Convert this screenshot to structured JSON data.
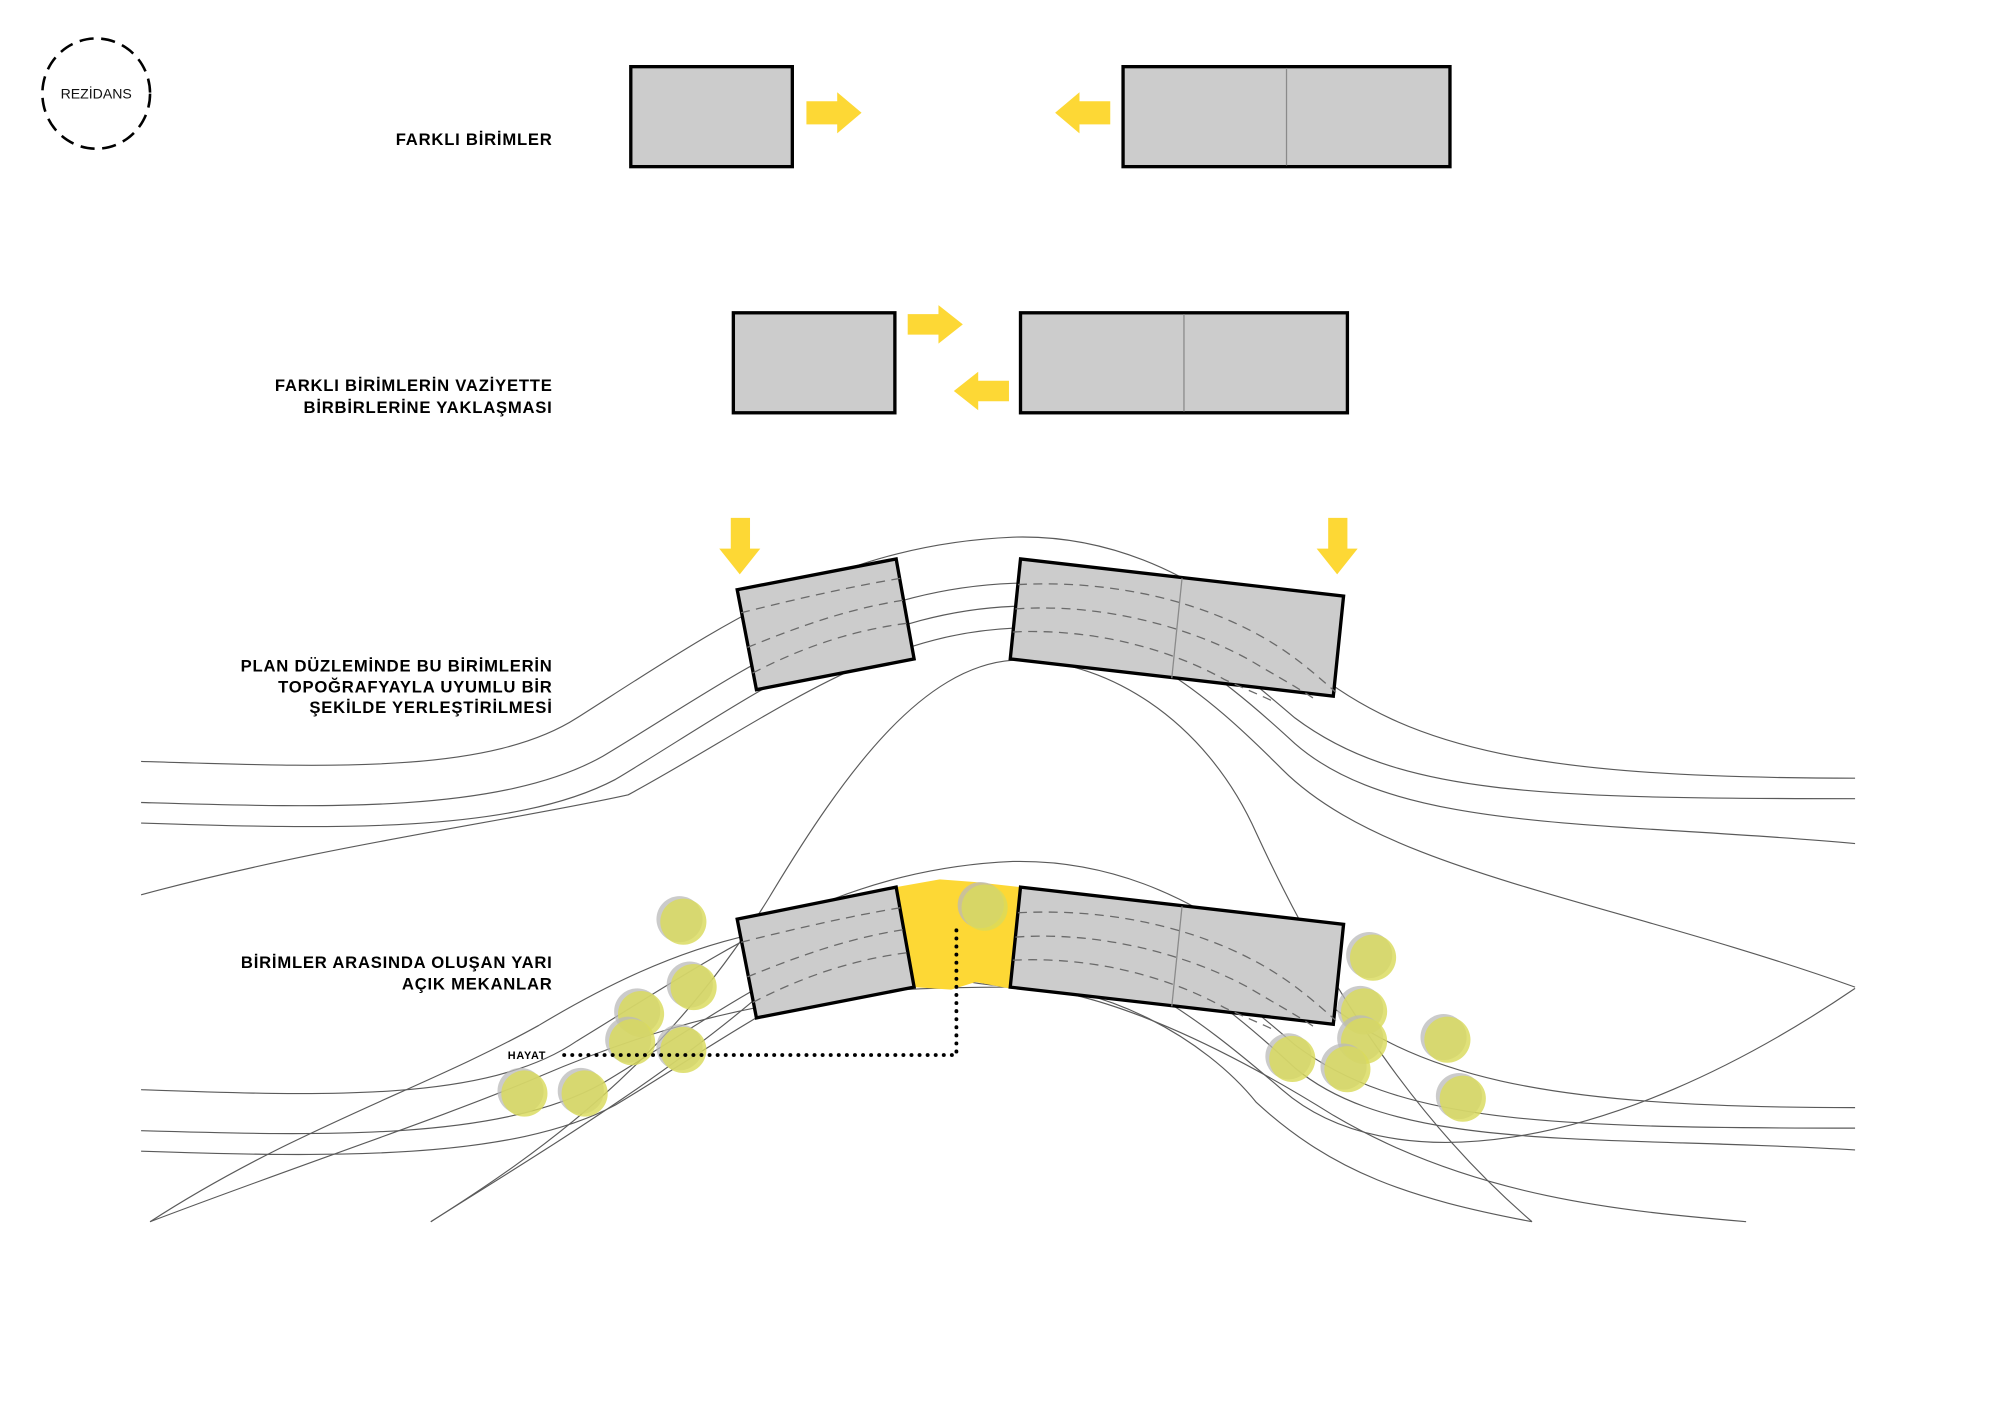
{
  "badge": {
    "label": "REZİDANS",
    "icon": "dashed-circle-badge"
  },
  "steps": [
    {
      "id": "different-units",
      "lines": [
        "FARKLI BİRİMLER"
      ]
    },
    {
      "id": "units-approach",
      "lines": [
        "FARKLI BİRİMLERİN VAZİYETTE",
        "BİRBİRLERİNE YAKLAŞMASI"
      ]
    },
    {
      "id": "topography-placement",
      "lines": [
        "PLAN DÜZLEMİNDE BU BİRİMLERİN",
        "TOPOĞRAFYAYLA UYUMLU BİR",
        "ŞEKİLDE YERLEŞTİRİLMESİ"
      ]
    },
    {
      "id": "semi-open-spaces",
      "lines": [
        "BİRİMLER ARASINDA OLUŞAN YARI",
        "AÇIK MEKANLAR"
      ]
    }
  ],
  "annotations": {
    "hayat": "HAYAT"
  },
  "colors": {
    "unit_fill": "#cccccc",
    "unit_stroke": "#000000",
    "arrow": "#fdd835",
    "courtyard": "#fdd835",
    "tree": "#d9da5c",
    "tree_shadow": "#b9b9b9",
    "contour": "#5a5a5a"
  },
  "legend_icons": [
    "arrow-right-icon",
    "arrow-left-icon",
    "arrow-down-icon",
    "tree-icon"
  ]
}
